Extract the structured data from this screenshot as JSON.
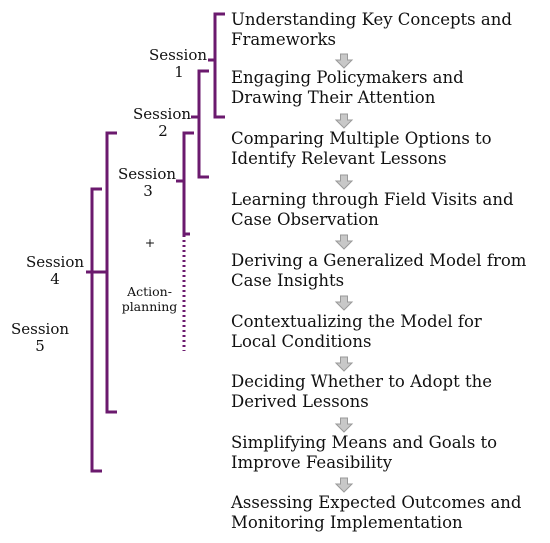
{
  "steps": [
    {
      "line1": "Understanding Key Concepts and",
      "line2": "Frameworks"
    },
    {
      "line1": "Engaging Policymakers and",
      "line2": "Drawing Their Attention"
    },
    {
      "line1": "Comparing Multiple Options to",
      "line2": "Identify Relevant Lessons"
    },
    {
      "line1": "Learning through Field Visits and",
      "line2": "Case Observation"
    },
    {
      "line1": "Deriving a Generalized Model from",
      "line2": "Case Insights"
    },
    {
      "line1": "Contextualizing the Model for",
      "line2": "Local Conditions"
    },
    {
      "line1": "Deciding Whether to Adopt the",
      "line2": "Derived Lessons"
    },
    {
      "line1": "Simplifying Means and Goals to",
      "line2": "Improve Feasibility"
    },
    {
      "line1": "Assessing Expected Outcomes and",
      "line2": "Monitoring Implementation"
    }
  ],
  "sessions": [
    {
      "word": "Session",
      "number": "1"
    },
    {
      "word": "Session",
      "number": "2"
    },
    {
      "word": "Session",
      "number": "3"
    },
    {
      "word": "Session",
      "number": "4"
    },
    {
      "word": "Session",
      "number": "5"
    }
  ],
  "plus": "+",
  "action_planning": {
    "line1": "Action-",
    "line2": "planning"
  },
  "colors": {
    "bracket": "#6b1a6e",
    "arrow_fill": "#c8c8c8",
    "arrow_stroke": "#9a9a9a"
  }
}
